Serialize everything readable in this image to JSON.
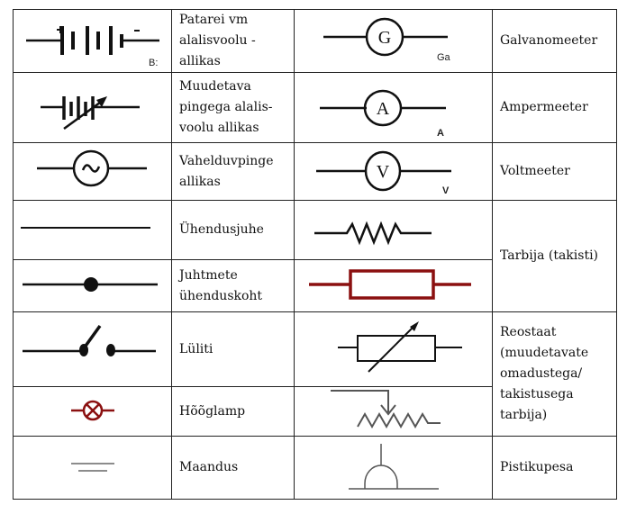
{
  "rows": [
    {
      "left_label": "Patarei vm alalisvoolu - allikas",
      "left_symbol": "battery-icon",
      "left_caption": "B:",
      "right_label": "Galvanomeeter",
      "right_symbol": "galvanometer-icon",
      "right_letter": "G",
      "right_caption": "Ga"
    },
    {
      "left_label": "Muudetava pingega alalis-voolu allikas",
      "left_symbol": "variable-battery-icon",
      "right_label": "Ampermeeter",
      "right_symbol": "ammeter-icon",
      "right_letter": "A",
      "right_caption": "A"
    },
    {
      "left_label": "Vahelduvpinge allikas",
      "left_symbol": "ac-source-icon",
      "right_label": "Voltmeeter",
      "right_symbol": "voltmeter-icon",
      "right_letter": "V",
      "right_caption": "V"
    },
    {
      "left_label": "Ühendusjuhe",
      "left_symbol": "wire-icon",
      "right_label": "Tarbija (takisti)",
      "right_symbol": "resistor-zigzag-icon"
    },
    {
      "left_label": "Juhtmete ühenduskoht",
      "left_symbol": "junction-icon",
      "right_symbol": "resistor-box-icon"
    },
    {
      "left_label": "Lüliti",
      "left_symbol": "switch-icon",
      "right_label": "Reostaat (muudetavate omadustega/ takistusega tarbija)",
      "right_symbol": "rheostat-box-icon"
    },
    {
      "left_label": "Hõõglamp",
      "left_symbol": "lamp-icon",
      "right_symbol": "rheostat-zigzag-icon"
    },
    {
      "left_label": "Maandus",
      "left_symbol": "ground-icon",
      "right_label": "Pistikupesa",
      "right_symbol": "socket-icon"
    }
  ],
  "colors": {
    "line": "#111111",
    "red": "#8b1010",
    "gray": "#666666"
  }
}
